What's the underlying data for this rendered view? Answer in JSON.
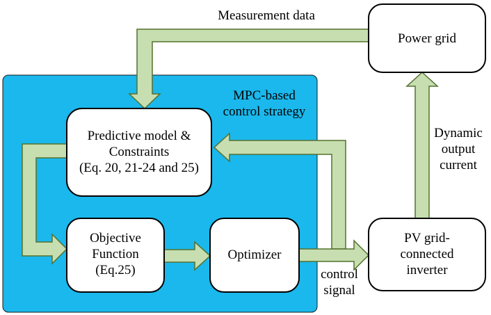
{
  "colors": {
    "panel": "#1ab8ec",
    "arrow_fill": "#c6deb0",
    "arrow_stroke": "#55702e",
    "box_fill": "#ffffff",
    "box_stroke": "#000000"
  },
  "panel": {
    "title": "MPC-based\ncontrol strategy"
  },
  "nodes": {
    "power_grid": "Power grid",
    "predictive_model": "Predictive model &\nConstraints\n(Eq. 20, 21-24 and 25)",
    "objective_function": "Objective\nFunction\n(Eq.25)",
    "optimizer": "Optimizer",
    "pv_inverter": "PV grid-\nconnected\ninverter"
  },
  "edges": {
    "measurement_data": "Measurement data",
    "dynamic_output_current": "Dynamic\noutput\ncurrent",
    "control_signal": "control\nsignal"
  }
}
